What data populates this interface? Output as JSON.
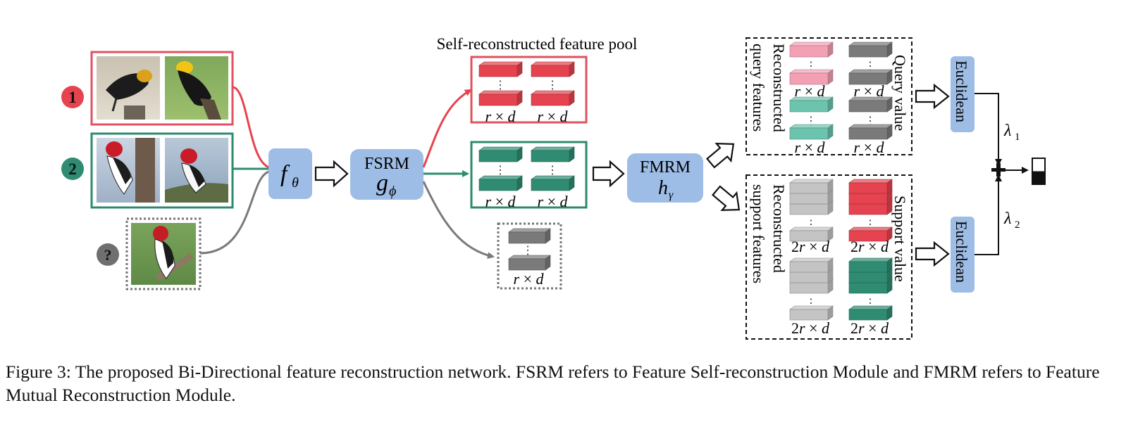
{
  "figure": {
    "pool_title": "Self-reconstructed feature pool",
    "markers": {
      "class1": "1",
      "class2": "2",
      "query": "?"
    },
    "modules": {
      "encoder_symbol": "f",
      "encoder_sub": "θ",
      "fsrm_name": "FSRM",
      "fsrm_symbol": "g",
      "fsrm_sub": "ϕ",
      "fmrm_name": "FMRM",
      "fmrm_symbol": "h",
      "fmrm_sub": "γ"
    },
    "dims": {
      "r": "r",
      "d": "d",
      "two": "2",
      "times": "×"
    },
    "dots": "⋮",
    "query_side": {
      "left_label_1": "Reconstructed",
      "left_label_2": "query features",
      "right_label": "Query value"
    },
    "support_side": {
      "left_label_1": "Reconstructed",
      "left_label_2": "support features",
      "right_label": "Support value"
    },
    "distance": {
      "top": "Euclidean",
      "bottom": "Euclidean"
    },
    "weights": {
      "w1_symbol": "λ",
      "w1_sub": "1",
      "w2_symbol": "λ",
      "w2_sub": "2"
    },
    "score_level": 0.5,
    "colors": {
      "red": "#e5434f",
      "red_border": "#e0525f",
      "teal": "#2f8c72",
      "teal_border": "#2e8a6e",
      "gray_dark": "#7a7a7a",
      "gray_light": "#c4c4c4",
      "pink": "#f3a0b4",
      "mint": "#6cc4ae",
      "module_blue": "#9dbde6",
      "marker_red": "#e5434f",
      "marker_teal": "#2f8c72",
      "marker_gray": "#6f6f6f"
    },
    "icons": [
      "bird-photo",
      "arrow-right-outline",
      "cuboid-feature-block",
      "sum-node",
      "score-bar-icon"
    ]
  },
  "caption": "Figure 3: The proposed Bi-Directional feature reconstruction network. FSRM refers to Feature Self-reconstruction Module and FMRM refers to Feature Mutual Reconstruction Module."
}
